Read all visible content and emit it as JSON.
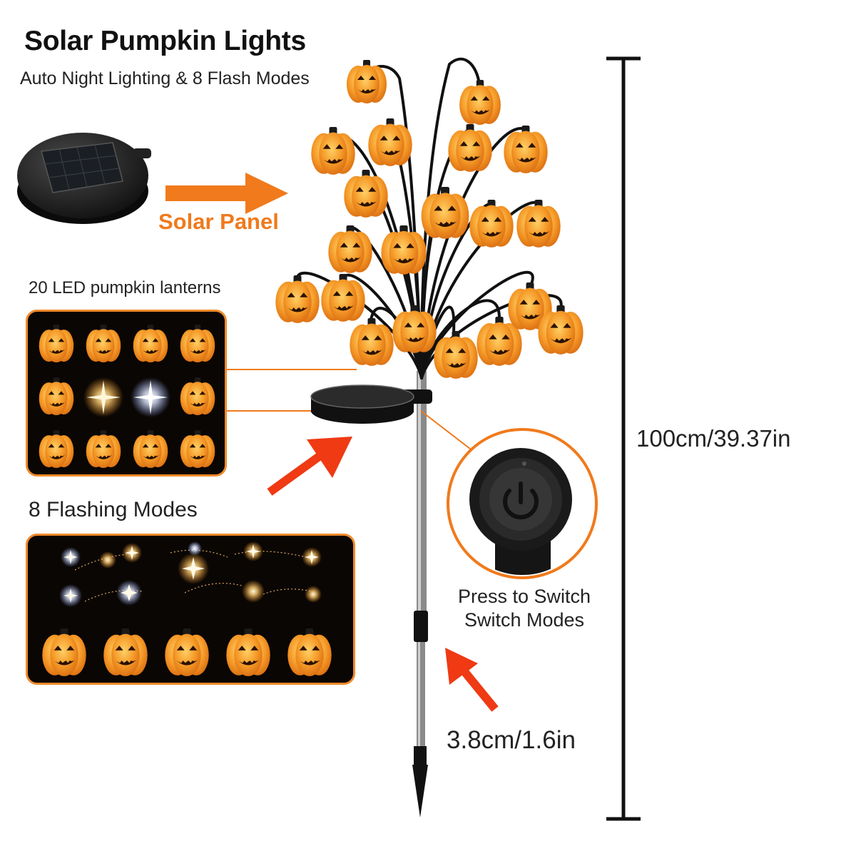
{
  "header": {
    "title": "Solar Pumpkin Lights",
    "subtitle": "Auto Night Lighting & 8 Flash Modes"
  },
  "solar_panel": {
    "label": "Solar Panel"
  },
  "lanterns": {
    "label": "20 LED pumpkin lanterns"
  },
  "modes": {
    "label": "8 Flashing Modes"
  },
  "switch": {
    "label_line1": "Press to Switch",
    "label_line2": "Switch Modes"
  },
  "dimensions": {
    "height": "100cm/39.37in",
    "diameter": "3.8cm/1.6in"
  },
  "colors": {
    "pumpkin": "#f08a1e",
    "accent_orange": "#f07a1c",
    "arrow_red": "#ef3a14",
    "dark": "#0a0604"
  }
}
